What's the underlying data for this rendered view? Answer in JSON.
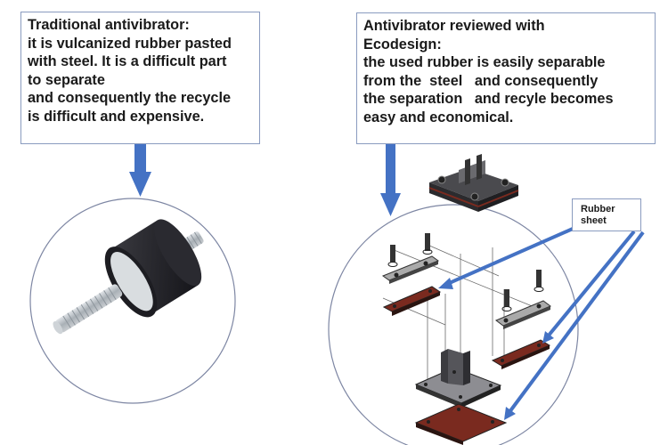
{
  "left_panel": {
    "title": "Traditional antivibrator:",
    "lines": [
      "Traditional antivibrator:",
      "it is vulcanized rubber pasted",
      "with steel. It is a difficult part",
      "to separate",
      "and consequently the recycle",
      "is difficult and expensive."
    ],
    "image": "rubber-antivibrator-photo"
  },
  "right_panel": {
    "lines": [
      "Antivibrator reviewed with",
      "Ecodesign:",
      "the used rubber is easily separable",
      "from the  steel   and consequently",
      "the separation   and recyle becomes",
      "easy and economical."
    ],
    "image": "exploded-assembly-drawing"
  },
  "callout": {
    "lines": [
      "Rubber",
      "sheet"
    ]
  },
  "colors": {
    "arrow": "#4472c4",
    "box_border": "#8a9bbf",
    "rubber": "#7a2a1f",
    "steel": "#9a9a9a",
    "circle": "#7d86a3"
  }
}
